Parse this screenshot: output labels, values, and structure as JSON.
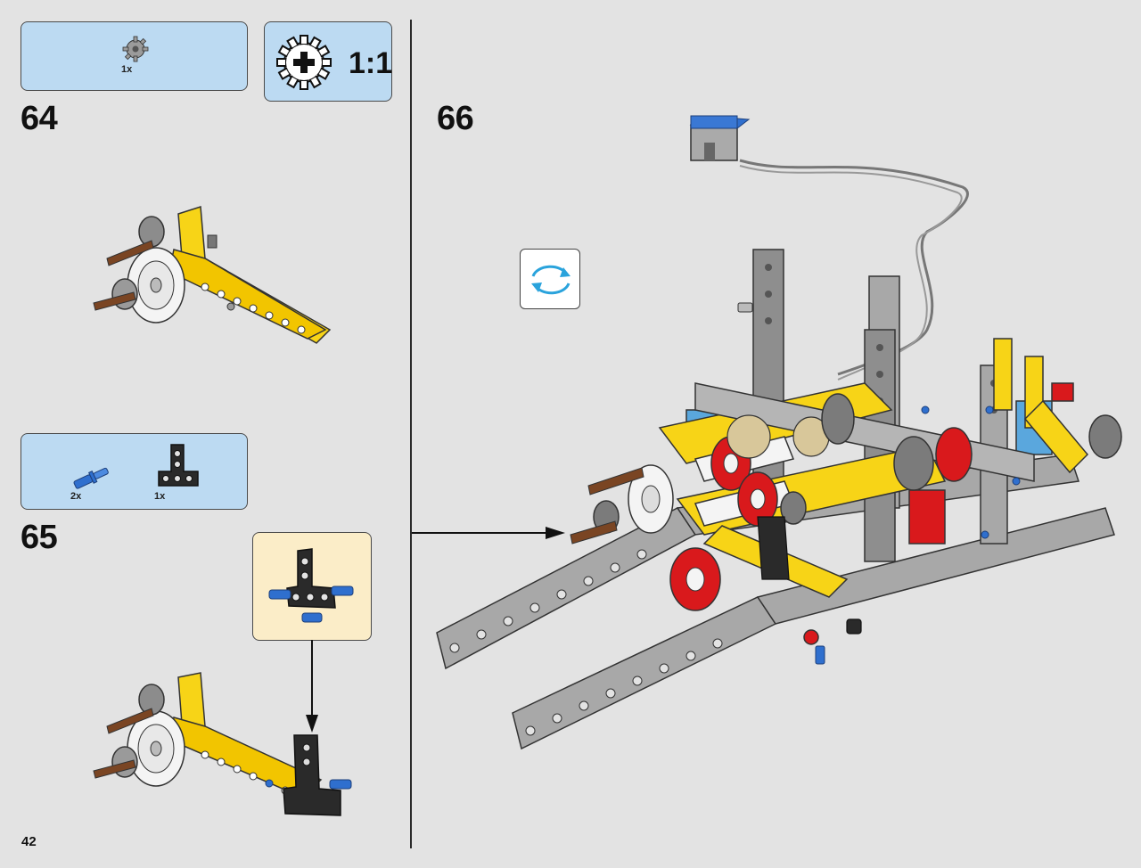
{
  "page": {
    "number": "42"
  },
  "steps": [
    {
      "number": "64",
      "parts": [
        {
          "icon": "small-gear-icon",
          "qty": "1x"
        }
      ],
      "scale_label": "1:1"
    },
    {
      "number": "65",
      "parts": [
        {
          "icon": "blue-axle-pin-icon",
          "qty": "2x"
        },
        {
          "icon": "black-beam-connector-icon",
          "qty": "1x"
        }
      ]
    },
    {
      "number": "66",
      "indicator": "rotate-model-icon"
    }
  ],
  "colors": {
    "callout_parts": "#bcdaf2",
    "callout_subassembly": "#fbedc8",
    "yellow": "#f7d417",
    "grey": "#a8a8a8",
    "red": "#d9191c",
    "blue": "#2f6fce",
    "black": "#2a2a2a"
  }
}
